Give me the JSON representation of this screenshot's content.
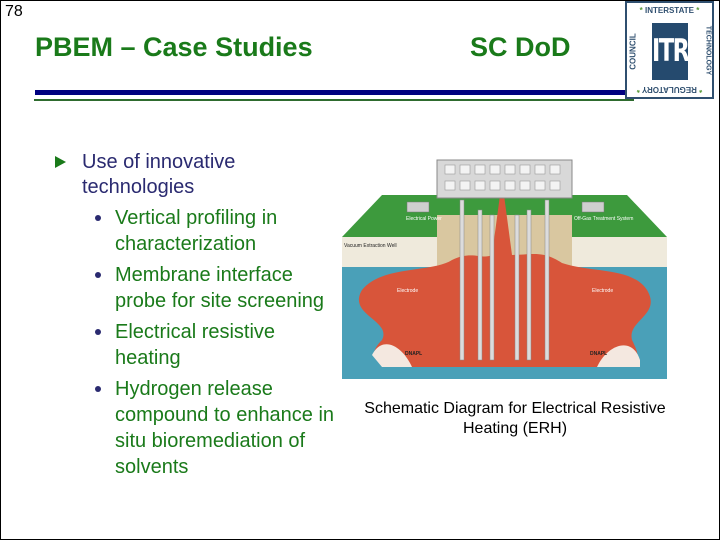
{
  "slide": {
    "number": "78",
    "title": "PBEM – Case Studies",
    "title_right": "SC DoD"
  },
  "logo": {
    "center": "ITRC",
    "top": "INTERSTATE",
    "right": "TECHNOLOGY",
    "bottom": "REGULATORY",
    "left": "COUNCIL",
    "star": "*"
  },
  "content": {
    "main_bullet": "Use of innovative technologies",
    "sub_bullets": [
      "Vertical profiling in characterization",
      "Membrane interface probe for site screening",
      "Electrical resistive heating",
      "Hydrogen release compound to enhance in situ bioremediation of solvents"
    ]
  },
  "diagram": {
    "labels": {
      "power": "Electrical Power",
      "treatment": "Off-Gas Treatment System",
      "vacuum": "Vacuum Extraction Well",
      "electrode_left": "Electrode",
      "electrode_right": "Electrode",
      "dnapl_left": "DNAPL",
      "dnapl_right": "DNAPL"
    },
    "colors": {
      "ground": "#3d9a3d",
      "soil": "#d9c7a0",
      "water": "#4aa0b8",
      "plume": "#d8553a"
    }
  },
  "caption": "Schematic Diagram for Electrical Resistive Heating (ERH)"
}
